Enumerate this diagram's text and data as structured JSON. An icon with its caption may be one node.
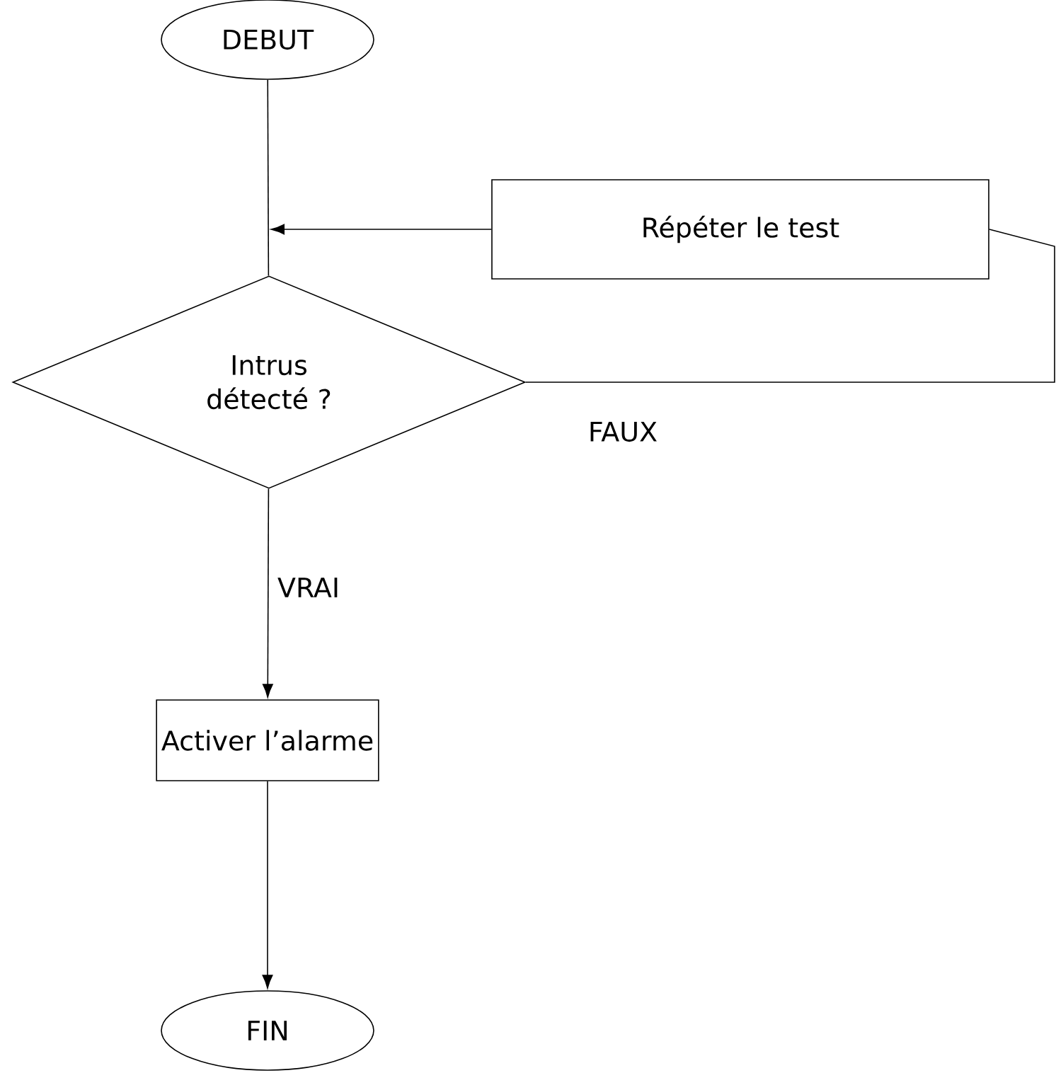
{
  "diagram": {
    "nodes": [
      {
        "text": [
          "DEBUT"
        ]
      },
      {
        "text": [
          "Intrus détecté ?"
        ]
      },
      {
        "text": [
          "Répéter le test"
        ]
      },
      {
        "text": [
          "Activer l’alarme"
        ]
      },
      {
        "text": [
          "FIN"
        ]
      }
    ],
    "edges": [
      {
        "from": 0,
        "to": 1,
        "arrow": "none"
      },
      {
        "from": 1,
        "to": 2,
        "arrow": "none",
        "label": "FAUX"
      },
      {
        "from": 2,
        "to": 1,
        "arrow": "to"
      },
      {
        "from": 1,
        "to": 3,
        "arrow": "to",
        "label": "VRAI"
      },
      {
        "from": 3,
        "to": 4,
        "arrow": "to"
      }
    ]
  }
}
